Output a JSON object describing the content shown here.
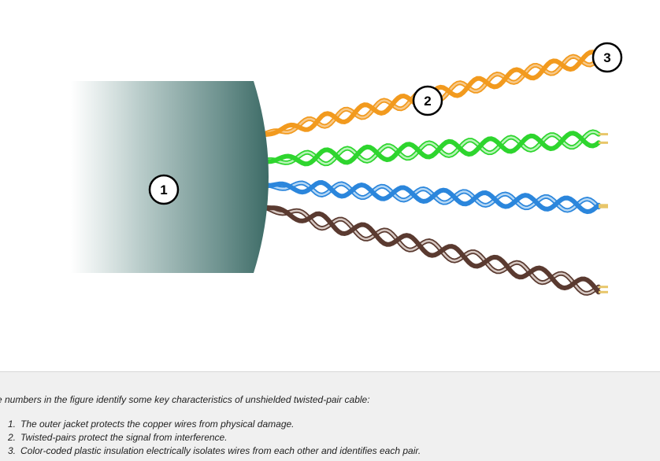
{
  "figure": {
    "callouts": [
      {
        "label": "1",
        "target": "outer-jacket"
      },
      {
        "label": "2",
        "target": "twisted-pair"
      },
      {
        "label": "3",
        "target": "wire-insulation"
      }
    ],
    "pairs": [
      {
        "name": "orange",
        "color": "#f29a1e",
        "stripe": "#f7c98a"
      },
      {
        "name": "green",
        "color": "#2ed52e",
        "stripe": "#b8f5b8"
      },
      {
        "name": "blue",
        "color": "#2b86dc",
        "stripe": "#b6d8f5"
      },
      {
        "name": "brown",
        "color": "#5a3a30",
        "stripe": "#d6c8c2"
      }
    ],
    "jacket_color": "#3d6b66"
  },
  "caption": {
    "intro": "e numbers in the figure identify some key characteristics of unshielded twisted-pair cable:",
    "items": [
      {
        "num": "1.",
        "text": "The outer jacket protects the copper wires from physical damage."
      },
      {
        "num": "2.",
        "text": "Twisted-pairs protect the signal from interference."
      },
      {
        "num": "3.",
        "text": "Color-coded plastic insulation electrically isolates wires from each other and identifies each pair."
      }
    ]
  }
}
